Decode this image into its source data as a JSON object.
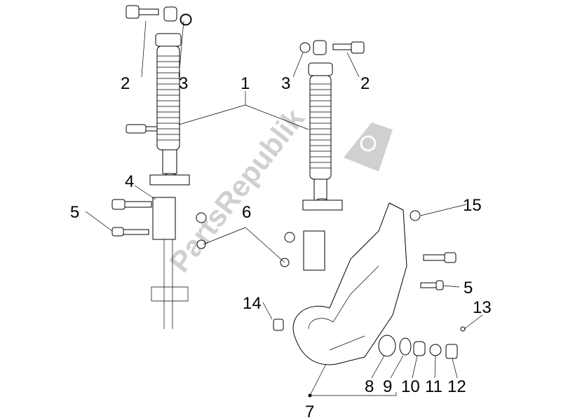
{
  "diagram": {
    "watermark": "PartsRepublik",
    "watermark_color": "#c8c8c8",
    "labels": {
      "l2a": "2",
      "l3a": "3",
      "l1": "1",
      "l3b": "3",
      "l2b": "2",
      "l4": "4",
      "l5a": "5",
      "l6": "6",
      "l15": "15",
      "l5b": "5",
      "l14": "14",
      "l13": "13",
      "l8": "8",
      "l9": "9",
      "l10": "10",
      "l11": "11",
      "l12": "12",
      "l7": "7"
    }
  }
}
